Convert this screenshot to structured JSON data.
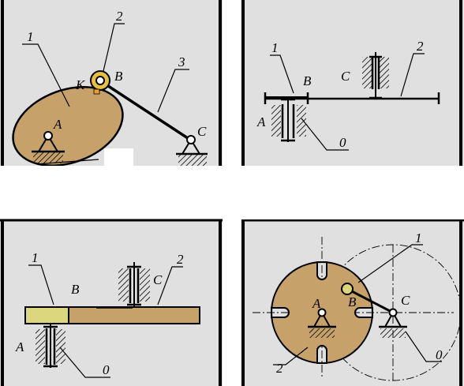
{
  "colors": {
    "panel_bg": "#e0e0e0",
    "body_fill": "#c6a26a",
    "yellow_fill": "#dcd77e",
    "joint_yellow": "#e8c040",
    "line": "#000000"
  },
  "panels": [
    {
      "id": "cam",
      "labels": {
        "link1": "1",
        "link2": "2",
        "link3": "3",
        "pointA": "A",
        "pointB": "B",
        "pointC": "C",
        "pointK": "K"
      }
    },
    {
      "id": "lever",
      "labels": {
        "link1": "1",
        "link2": "2",
        "pointA": "A",
        "pointB": "B",
        "pointC": "C",
        "ground": "0"
      }
    },
    {
      "id": "slider",
      "labels": {
        "link1": "1",
        "link2": "2",
        "pointA": "A",
        "pointB": "B",
        "pointC": "C",
        "ground": "0"
      }
    },
    {
      "id": "geneva",
      "labels": {
        "link1": "1",
        "link2": "2",
        "pointA": "A",
        "pointB": "B",
        "pointC": "C",
        "ground": "0"
      }
    }
  ]
}
